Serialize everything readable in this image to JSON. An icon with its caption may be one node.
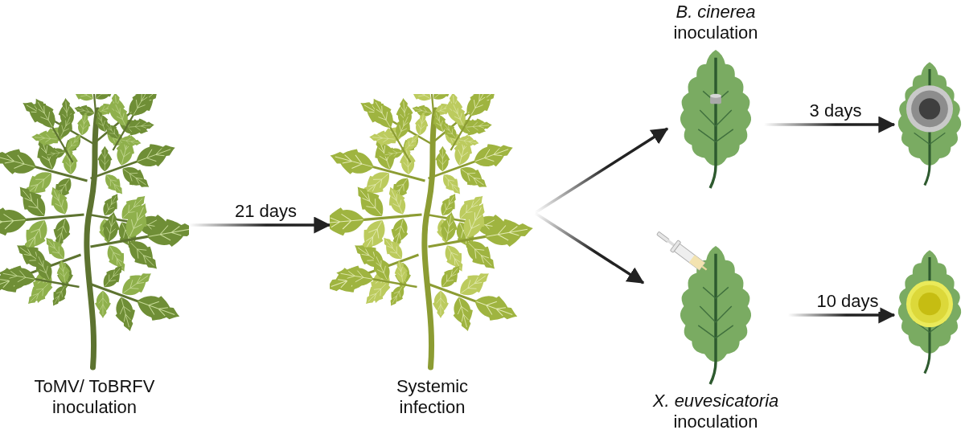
{
  "diagram": {
    "nodes": [
      {
        "text": [
          "ToMV/ ToBRFV inoculation"
        ]
      },
      {
        "text": [
          "Systemic infection"
        ]
      },
      {
        "text": [
          "*B. cinerea* inoculation"
        ]
      },
      {
        "text": [],
        "shape": "picture"
      },
      {
        "text": [
          "*X. euvesicatoria* inoculation"
        ]
      },
      {
        "text": [],
        "shape": "picture"
      }
    ],
    "edges": [
      {
        "from": 0,
        "to": 1,
        "arrow": "to",
        "label": "21 days"
      },
      {
        "from": 1,
        "to": 2,
        "arrow": "to"
      },
      {
        "from": 1,
        "to": 4,
        "arrow": "to"
      },
      {
        "from": 2,
        "to": 3,
        "arrow": "to",
        "label": "3 days"
      },
      {
        "from": 4,
        "to": 5,
        "arrow": "to",
        "label": "10 days"
      }
    ]
  }
}
